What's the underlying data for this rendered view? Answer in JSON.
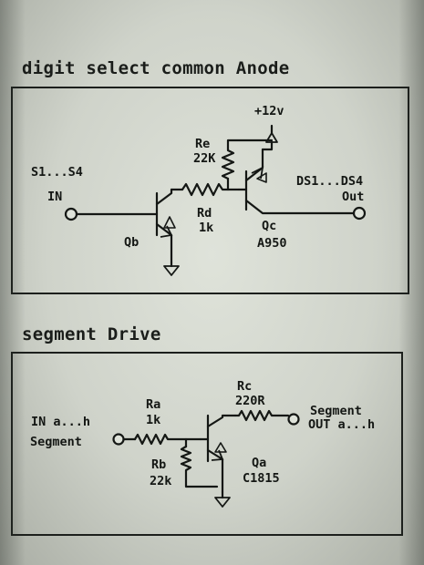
{
  "diagram1": {
    "title": "digit select common Anode",
    "supply": "+12v",
    "input_label": "S1...S4",
    "input_sub": "IN",
    "output_label": "DS1...DS4",
    "output_sub": "Out",
    "re_name": "Re",
    "re_value": "22K",
    "rd_name": "Rd",
    "rd_value": "1k",
    "qb_name": "Qb",
    "qc_name": "Qc",
    "qc_part": "A950"
  },
  "diagram2": {
    "title": "segment Drive",
    "input_label": "IN a...h",
    "input_sub": "Segment",
    "ra_name": "Ra",
    "ra_value": "1k",
    "rb_name": "Rb",
    "rb_value": "22k",
    "rc_name": "Rc",
    "rc_value": "220R",
    "output_label": "Segment",
    "output_sub": "OUT a...h",
    "qa_name": "Qa",
    "qa_part": "C1815"
  }
}
